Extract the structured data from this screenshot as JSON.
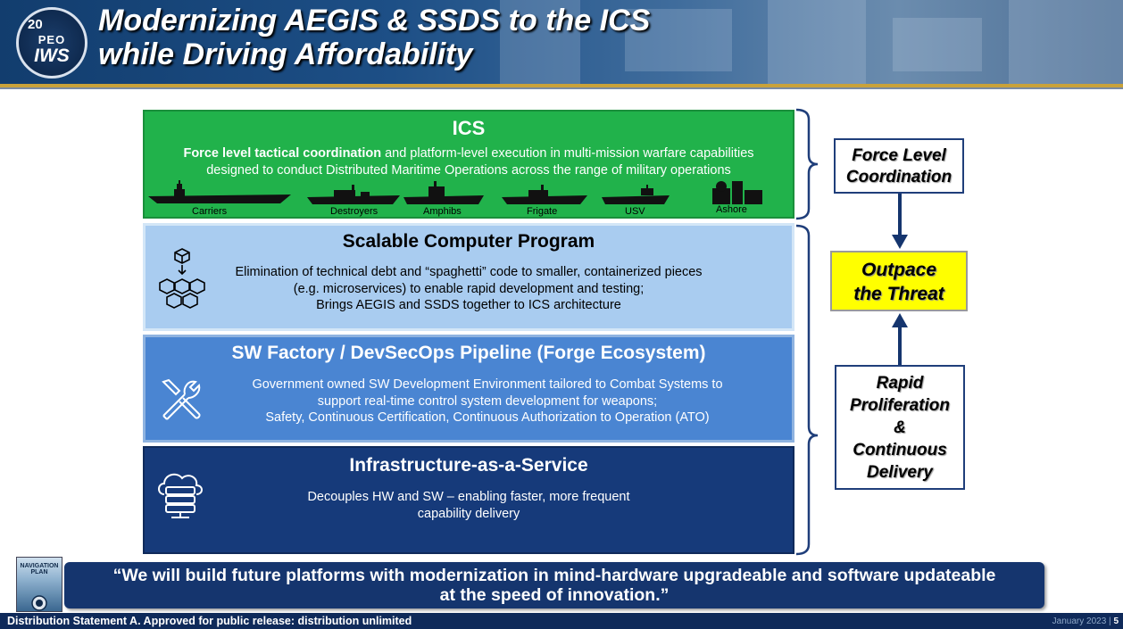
{
  "header": {
    "logo_number": "20",
    "logo_line1": "PEO",
    "logo_line2": "IWS",
    "title_line1": "Modernizing AEGIS & SSDS to the ICS",
    "title_line2": "while Driving Affordability"
  },
  "layers": {
    "ics": {
      "heading": "ICS",
      "body_bold": "Force level tactical coordination",
      "body_rest": " and platform-level execution in multi-mission warfare capabilities",
      "body_line2": "designed to conduct Distributed Maritime Operations across the range of military operations",
      "platforms": [
        "Carriers",
        "Destroyers",
        "Amphibs",
        "Frigate",
        "USV",
        "Ashore"
      ]
    },
    "scp": {
      "heading": "Scalable Computer Program",
      "lines": [
        "Elimination of technical debt and “spaghetti” code to smaller, containerized pieces",
        "(e.g. microservices) to enable rapid development and testing;",
        "Brings AEGIS and SSDS together to ICS architecture"
      ],
      "icon": "containers-icon"
    },
    "swf": {
      "heading": "SW Factory / DevSecOps Pipeline (Forge Ecosystem)",
      "lines": [
        "Government owned SW Development Environment tailored to Combat Systems to",
        "support real-time control system development for weapons;",
        "Safety, Continuous Certification, Continuous Authorization to Operation (ATO)"
      ],
      "icon": "tools-icon"
    },
    "iaas": {
      "heading": "Infrastructure-as-a-Service",
      "lines": [
        "Decouples HW and SW – enabling faster, more frequent",
        "capability delivery"
      ],
      "icon": "cloud-server-icon"
    }
  },
  "right": {
    "force_level": [
      "Force Level",
      "Coordination"
    ],
    "outpace": [
      "Outpace",
      "the Threat"
    ],
    "rapid": [
      "Rapid",
      "Proliferation",
      "&",
      "Continuous",
      "Delivery"
    ]
  },
  "quote": {
    "thumbnail_label": "NAVIGATION PLAN",
    "line1": "“We will build future platforms with modernization in mind-hardware upgradeable and software updateable",
    "line2": "at the speed of innovation.”"
  },
  "footer": {
    "statement": "Distribution Statement A. Approved for public release: distribution unlimited",
    "date": "January 2023 |",
    "page": "5"
  },
  "colors": {
    "ics_green": "#21b24b",
    "scp_lightblue": "#a9ccf0",
    "swf_blue": "#4a85d2",
    "iaas_navy": "#163a7a",
    "outpace_yellow": "#ffff00",
    "footer_navy": "#0f2a5a"
  }
}
